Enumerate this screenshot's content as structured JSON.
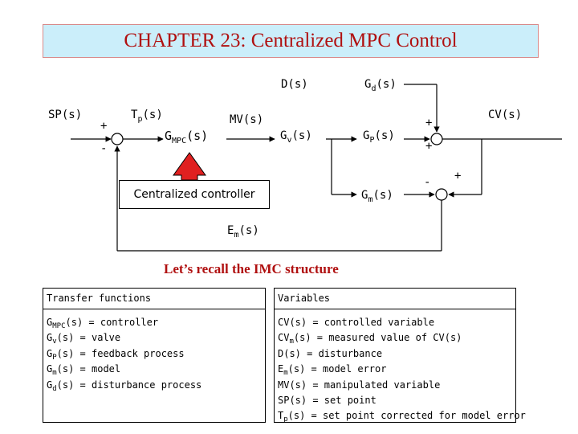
{
  "title": "CHAPTER 23: Centralized MPC Control",
  "diagram": {
    "labels": {
      "sp": "SP(s)",
      "tp": "T",
      "tp_sub": "p",
      "tp_tail": "(s)",
      "gmpc": "G",
      "gmpc_sub": "MPC",
      "gmpc_tail": "(s)",
      "mv": "MV(s)",
      "ds": "D(s)",
      "gd": "G",
      "gd_sub": "d",
      "gd_tail": "(s)",
      "gv": "G",
      "gv_sub": "v",
      "gv_tail": "(s)",
      "gp": "G",
      "gp_sub": "P",
      "gp_tail": "(s)",
      "cv": "CV(s)",
      "gm": "G",
      "gm_sub": "m",
      "gm_tail": "(s)",
      "em": "E",
      "em_sub": "m",
      "em_tail": "(s)"
    },
    "signs": {
      "left_plus": "+",
      "left_minus": "-",
      "right_plus_top": "+",
      "right_plus_bottom": "+",
      "bottom_minus": "-",
      "bottom_plus": "+"
    },
    "controller": "Centralized controller",
    "arrow_color": "#e02020",
    "caption": "Let’s recall the IMC structure"
  },
  "transfer_functions": {
    "heading": "Transfer functions",
    "items": [
      {
        "sym": "G",
        "sub": "MPC",
        "text": "(s) = controller"
      },
      {
        "sym": "G",
        "sub": "v",
        "text": "(s) = valve"
      },
      {
        "sym": "G",
        "sub": "P",
        "text": "(s) = feedback process"
      },
      {
        "sym": "G",
        "sub": "m",
        "text": "(s) = model"
      },
      {
        "sym": "G",
        "sub": "d",
        "text": "(s) = disturbance process"
      }
    ]
  },
  "variables": {
    "heading": "Variables",
    "items": [
      {
        "sym": "CV(s) = controlled variable",
        "sub": "",
        "text": ""
      },
      {
        "sym": "CV",
        "sub": "m",
        "text": "(s) = measured value of CV(s)"
      },
      {
        "sym": "D(s) = disturbance",
        "sub": "",
        "text": ""
      },
      {
        "sym": "E",
        "sub": "m",
        "text": "(s) = model error"
      },
      {
        "sym": "MV(s) = manipulated variable",
        "sub": "",
        "text": ""
      },
      {
        "sym": "SP(s) = set point",
        "sub": "",
        "text": ""
      },
      {
        "sym": "T",
        "sub": "p",
        "text": "(s) = set point corrected for model error"
      }
    ]
  }
}
